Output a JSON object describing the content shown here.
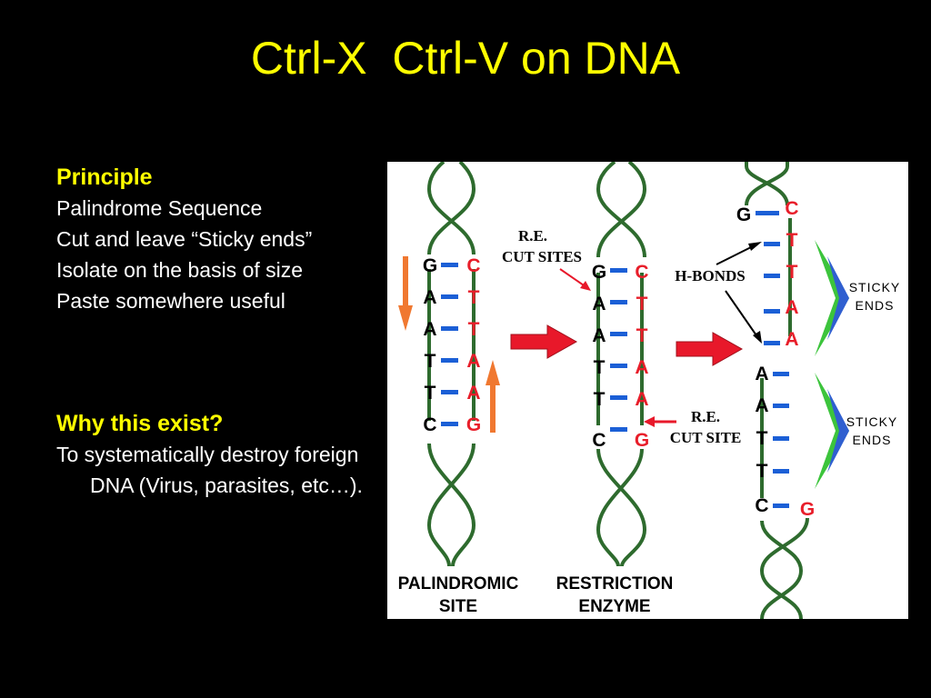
{
  "slide": {
    "title": "Ctrl-X  Ctrl-V on DNA",
    "title_color": "#ffff00",
    "background": "#000000"
  },
  "left": {
    "section1": {
      "heading": "Principle",
      "items": [
        "Palindrome Sequence",
        "Cut and leave “Sticky ends”",
        "Isolate on the basis of size",
        "Paste somewhere useful"
      ]
    },
    "section2": {
      "heading": "Why this exist?",
      "body": "To systematically destroy foreign DNA (Virus, parasites, etc…)."
    }
  },
  "diagram": {
    "colors": {
      "backbone": "#2e6b2e",
      "bond": "#1b5fd6",
      "base_dark": "#000000",
      "base_red": "#e81e2a",
      "orange_arrow": "#f07830",
      "red_arrow": "#e8182a",
      "chevron_green": "#3cc43c",
      "chevron_blue": "#2f5fd0"
    },
    "panel1": {
      "left_bases": [
        "G",
        "A",
        "A",
        "T",
        "T",
        "C"
      ],
      "right_bases": [
        "C",
        "T",
        "T",
        "A",
        "A",
        "G"
      ],
      "caption_line1": "PALINDROMIC",
      "caption_line2": "SITE"
    },
    "panel2": {
      "left_bases": [
        "G",
        "A",
        "A",
        "T",
        "T",
        "C"
      ],
      "right_bases": [
        "C",
        "T",
        "T",
        "A",
        "A",
        "G"
      ],
      "label_cut_top_line1": "R.E.",
      "label_cut_top_line2": "CUT SITES",
      "label_cut_bottom_line1": "R.E.",
      "label_cut_bottom_line2": "CUT SITE",
      "caption_line1": "RESTRICTION",
      "caption_line2": "ENZYME"
    },
    "panel3": {
      "top_left_base": "G",
      "top_right_bases": [
        "C",
        "T",
        "T",
        "A",
        "A"
      ],
      "bottom_left_bases": [
        "A",
        "A",
        "T",
        "T",
        "C"
      ],
      "bottom_right_base": "G",
      "label_hbonds": "H-BONDS",
      "sticky_line1": "STICKY",
      "sticky_line2": "ENDS"
    }
  }
}
